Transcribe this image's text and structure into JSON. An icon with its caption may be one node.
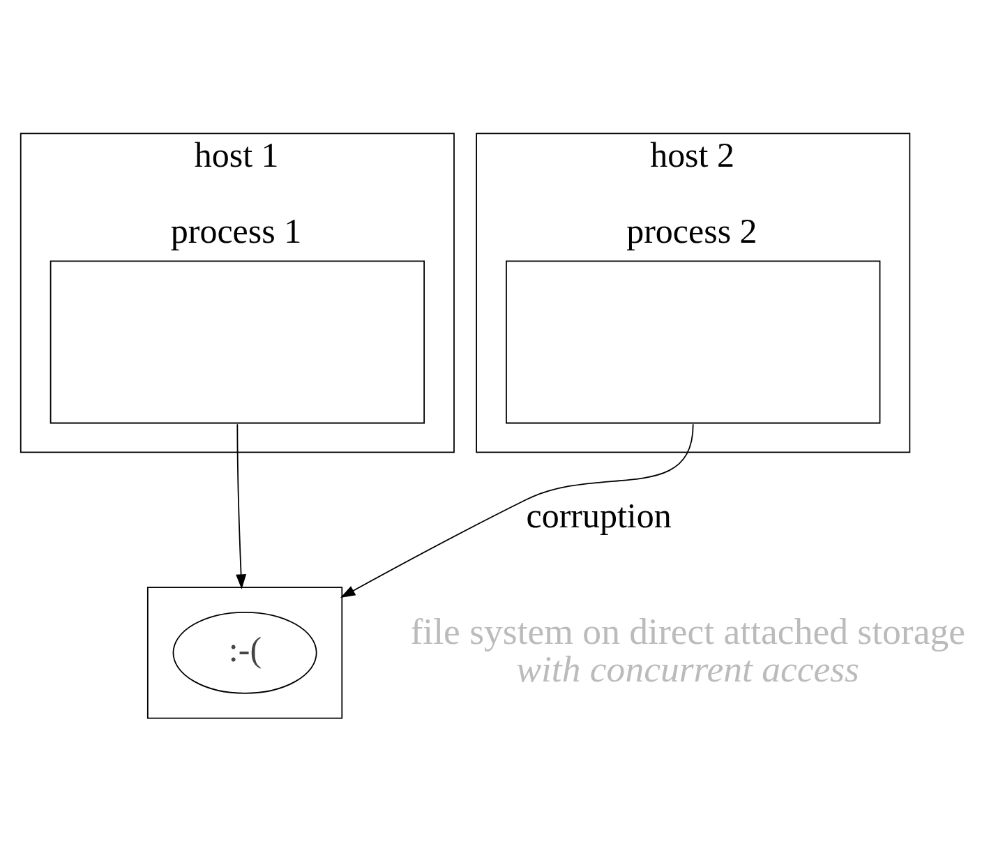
{
  "diagram": {
    "nodes": [
      {
        "text": [
          "host 1"
        ]
      },
      {
        "text": [
          "process 1"
        ],
        "in": 0
      },
      {
        "text": [
          "host 2"
        ]
      },
      {
        "text": [
          "process 2"
        ],
        "in": 2
      },
      {
        "text": [],
        "shape": "box",
        "beside": [
          "file system on direct attached storage",
          "with concurrent access"
        ]
      },
      {
        "text": [
          ":-("
        ],
        "in": 4
      }
    ],
    "edges": [
      {
        "from": 1,
        "to": 4,
        "arrow": "to"
      },
      {
        "from": 3,
        "to": 4,
        "arrow": "to",
        "label": "corruption"
      }
    ]
  }
}
